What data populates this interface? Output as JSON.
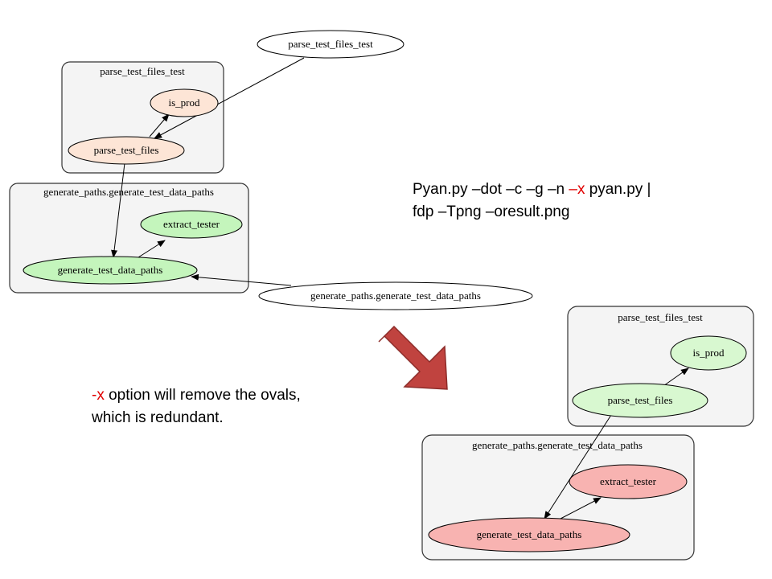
{
  "colors": {
    "cluster_fill": "#f4f4f4",
    "before_node_fill": "#fde5d6",
    "green_node_fill": "#c4f5bc",
    "light_green_node_fill": "#d8f8d0",
    "red_node_fill": "#f8b3b1",
    "arrow_fill": "#c0433f",
    "highlight_text": "#e00000"
  },
  "before_graph": {
    "standalone_nodes": {
      "parse_test_files_test": "parse_test_files_test",
      "generate_paths": "generate_paths.generate_test_data_paths"
    },
    "cluster_parse": {
      "title": "parse_test_files_test",
      "node_is_prod": "is_prod",
      "node_parse_test_files": "parse_test_files"
    },
    "cluster_generate": {
      "title": "generate_paths.generate_test_data_paths",
      "node_extract_tester": "extract_tester",
      "node_generate_test_data_paths": "generate_test_data_paths"
    }
  },
  "command": {
    "part1": "Pyan.py –dot –c –g –n ",
    "flag": "–x",
    "part2": " pyan.py |",
    "line2": "fdp –Tpng –oresult.png"
  },
  "note": {
    "flag": "-x",
    "line1_rest": " option will remove the ovals,",
    "line2": "which is redundant."
  },
  "after_graph": {
    "cluster_parse": {
      "title": "parse_test_files_test",
      "node_is_prod": "is_prod",
      "node_parse_test_files": "parse_test_files"
    },
    "cluster_generate": {
      "title": "generate_paths.generate_test_data_paths",
      "node_extract_tester": "extract_tester",
      "node_generate_test_data_paths": "generate_test_data_paths"
    }
  }
}
